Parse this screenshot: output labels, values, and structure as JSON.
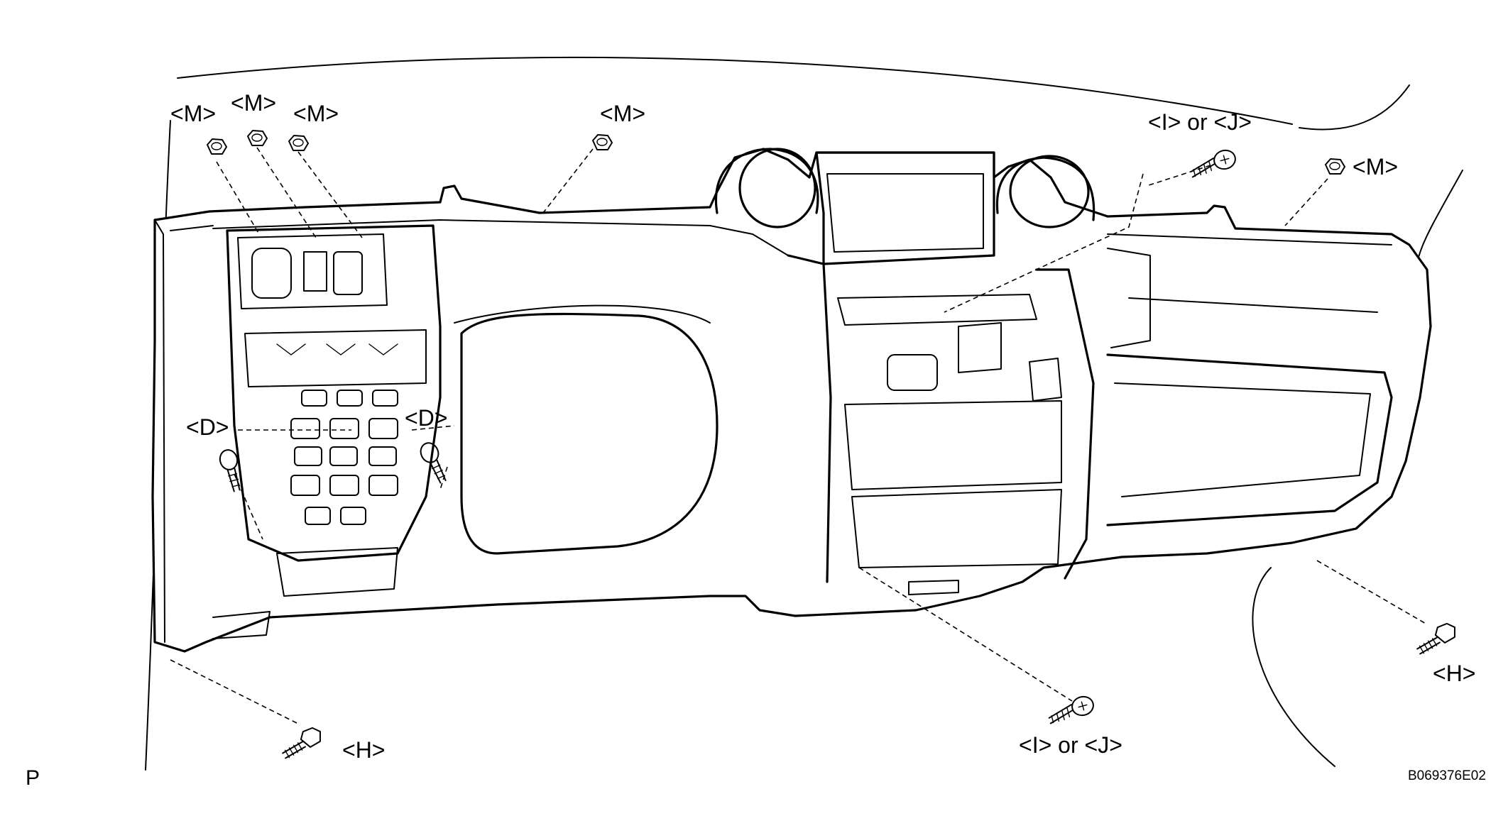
{
  "callouts": {
    "m1": "<M>",
    "m2": "<M>",
    "m3": "<M>",
    "m4": "<M>",
    "m5": "<M>",
    "ij_top": "<I> or <J>",
    "ij_bottom": "<I> or <J>",
    "d_left": "<D>",
    "d_right": "<D>",
    "h_left": "<H>",
    "h_right": "<H>"
  },
  "corner": {
    "view_letter": "P",
    "figure_code": "B069376E02"
  },
  "fasteners": [
    {
      "id": "m1",
      "kind": "nut"
    },
    {
      "id": "m2",
      "kind": "nut"
    },
    {
      "id": "m3",
      "kind": "nut"
    },
    {
      "id": "m4",
      "kind": "nut"
    },
    {
      "id": "m5",
      "kind": "nut"
    },
    {
      "id": "ij_top",
      "kind": "screw"
    },
    {
      "id": "ij_bottom",
      "kind": "screw"
    },
    {
      "id": "d_left",
      "kind": "screw"
    },
    {
      "id": "d_right",
      "kind": "screw"
    },
    {
      "id": "h_left",
      "kind": "bolt"
    },
    {
      "id": "h_right",
      "kind": "bolt"
    }
  ]
}
